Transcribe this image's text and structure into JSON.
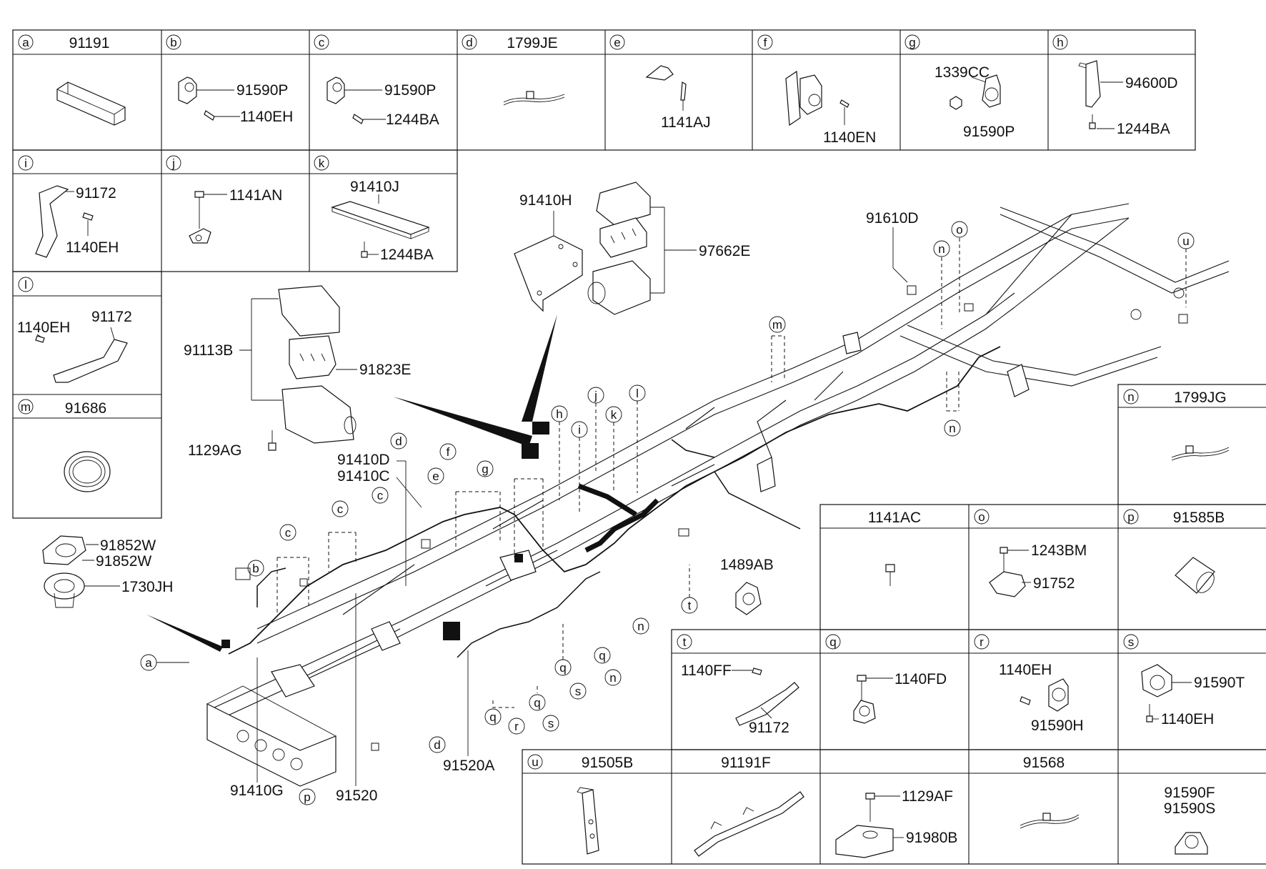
{
  "diagram": {
    "legend_top": [
      {
        "letter": "a",
        "parts": [
          "91191"
        ]
      },
      {
        "letter": "b",
        "parts": [
          "91590P",
          "1140EH"
        ]
      },
      {
        "letter": "c",
        "parts": [
          "91590P",
          "1244BA"
        ]
      },
      {
        "letter": "d",
        "parts": [
          "1799JE"
        ]
      },
      {
        "letter": "e",
        "parts": [
          "1141AJ"
        ]
      },
      {
        "letter": "f",
        "parts": [
          "1140EN"
        ]
      },
      {
        "letter": "g",
        "parts": [
          "1339CC",
          "91590P"
        ]
      },
      {
        "letter": "h",
        "parts": [
          "94600D",
          "1244BA"
        ]
      }
    ],
    "legend_mid": [
      {
        "letter": "i",
        "parts": [
          "91172",
          "1140EH"
        ]
      },
      {
        "letter": "j",
        "parts": [
          "1141AN"
        ]
      },
      {
        "letter": "k",
        "parts": [
          "91410J",
          "1244BA"
        ]
      }
    ],
    "legend_left": [
      {
        "letter": "l",
        "parts": [
          "1140EH",
          "91172"
        ]
      },
      {
        "letter": "m",
        "parts": [
          "91686"
        ]
      }
    ],
    "legend_right": [
      {
        "letter": "n",
        "parts": [
          "1799JG"
        ]
      },
      {
        "letter": "",
        "parts": [
          "1141AC"
        ]
      },
      {
        "letter": "o",
        "parts": [
          "1243BM",
          "91752"
        ]
      },
      {
        "letter": "p",
        "parts": [
          "91585B"
        ]
      },
      {
        "letter": "t",
        "parts": [
          "1140FF",
          "91172"
        ]
      },
      {
        "letter": "q",
        "parts": [
          "1140FD"
        ]
      },
      {
        "letter": "r",
        "parts": [
          "1140EH",
          "91590H"
        ]
      },
      {
        "letter": "s",
        "parts": [
          "91590T",
          "1140EH"
        ]
      },
      {
        "letter": "u",
        "parts": [
          "91505B"
        ]
      },
      {
        "letter": "",
        "parts": [
          "91191F"
        ]
      },
      {
        "letter": "",
        "parts": [
          "1129AF",
          "91980B"
        ]
      },
      {
        "letter": "",
        "parts": [
          "91568"
        ]
      },
      {
        "letter": "",
        "parts": [
          "91590F",
          "91590S"
        ]
      }
    ],
    "main_labels": {
      "relay_box": "91113B",
      "relay_cover": "91823E",
      "relay_bolt": "1129AG",
      "bracket": "91410H",
      "fuse": "97662E",
      "frame_harness": "91610D",
      "grommet1": "91852W",
      "grommet2": "91852W",
      "grommet3": "1730JH",
      "harness_d": "91410D",
      "harness_c": "91410C",
      "harness_g": "91410G",
      "harness_main": "91520",
      "harness_a": "91520A",
      "clamp": "1489AB"
    },
    "callouts": [
      "a",
      "b",
      "c",
      "c",
      "c",
      "d",
      "d",
      "e",
      "f",
      "g",
      "h",
      "i",
      "j",
      "k",
      "l",
      "m",
      "n",
      "n",
      "n",
      "n",
      "o",
      "p",
      "q",
      "q",
      "q",
      "q",
      "r",
      "s",
      "s",
      "t",
      "u"
    ]
  }
}
